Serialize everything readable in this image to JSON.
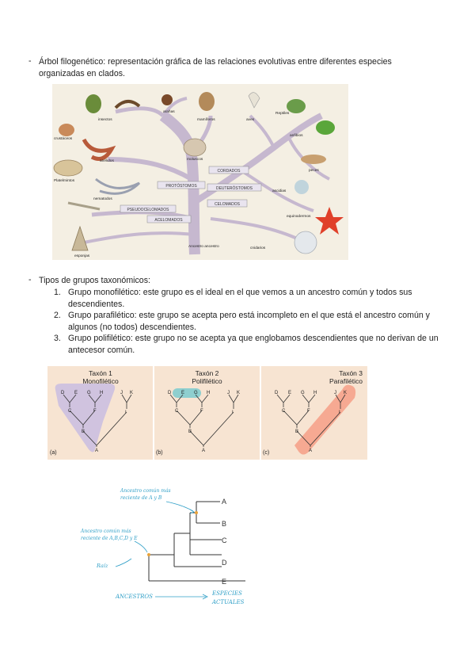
{
  "intro": {
    "bullet": "-",
    "line1": "Árbol filogenético: representación gráfica de las relaciones evolutivas entre diferentes especies",
    "line2": "organizadas en clados."
  },
  "tree_figure": {
    "labels": {
      "insectos": "insectos",
      "aranas": "arañas",
      "mamiferos": "mamíferos",
      "aves": "aves",
      "reptiles": "Reptiles",
      "anfibios": "anfibios",
      "crustaceos": "crustáceos",
      "moluscos": "moluscos",
      "anelidos": "anélidos",
      "peces": "peces",
      "platelmintos": "Platelmintos",
      "nematodos": "nematodos",
      "ascidias": "ascidias",
      "equinodermos": "equinodermos",
      "cnidarios": "cnidarios",
      "esponja": "esponjas",
      "ancestro": "Ancestro ancestro",
      "protostomos": "PROTÓSTOMOS",
      "deuterostomos": "DEUTERÓSTOMOS",
      "cordados": "CORDADOS",
      "celomados": "CELOMADOS",
      "pseudocelomados": "PSEUDOCELOMADOS",
      "acelomados": "ACELOMADOS"
    }
  },
  "taxonomic": {
    "bullet": "-",
    "heading": "Tipos de grupos taxonómicos:",
    "items": [
      {
        "num": "1.",
        "line1": "Grupo monofilético: este grupo es el ideal en el que vemos a un ancestro común y todos sus",
        "line2": "descendientes."
      },
      {
        "num": "2.",
        "line1": "Grupo parafilético: este grupo se acepta pero está incompleto en el que está el ancestro común y",
        "line2": "algunos (no todos) descendientes."
      },
      {
        "num": "3.",
        "line1": "Grupo polifilético: este grupo no se acepta ya que englobamos descendientes que no derivan de un",
        "line2": "antecesor común."
      }
    ]
  },
  "taxa_figure": {
    "panels": [
      {
        "title": "Taxón 1",
        "subtitle": "Monofilético",
        "label": "(a)"
      },
      {
        "title": "Taxón 2",
        "subtitle": "Polifilético",
        "label": "(b)"
      },
      {
        "title": "Taxón 3",
        "subtitle": "Parafilético",
        "label": "(c)"
      }
    ],
    "letters": {
      "D": "D",
      "E": "E",
      "G": "G",
      "H": "H",
      "J": "J",
      "K": "K",
      "C": "C",
      "F": "F",
      "I": "I",
      "B": "B",
      "A": "A"
    },
    "colors": {
      "background": "#f7e4d2",
      "mono_fill": "#cbbfe0",
      "poly_fill": "#8ecfcf",
      "para_fill": "#f5a58e"
    }
  },
  "cladogram": {
    "note_ab": [
      "Ancestro común más",
      "reciente de A y B"
    ],
    "note_abcde": [
      "Ancestro común más",
      "reciente de A,B,C,D y E"
    ],
    "raiz": "Raíz",
    "leaves": [
      "A",
      "B",
      "C",
      "D",
      "E"
    ],
    "ancestros": "ANCESTROS",
    "especies": [
      "ESPECIES",
      "ACTUALES"
    ],
    "colors": {
      "hand": "#2f9fc7",
      "node": "#e8a33a"
    }
  }
}
